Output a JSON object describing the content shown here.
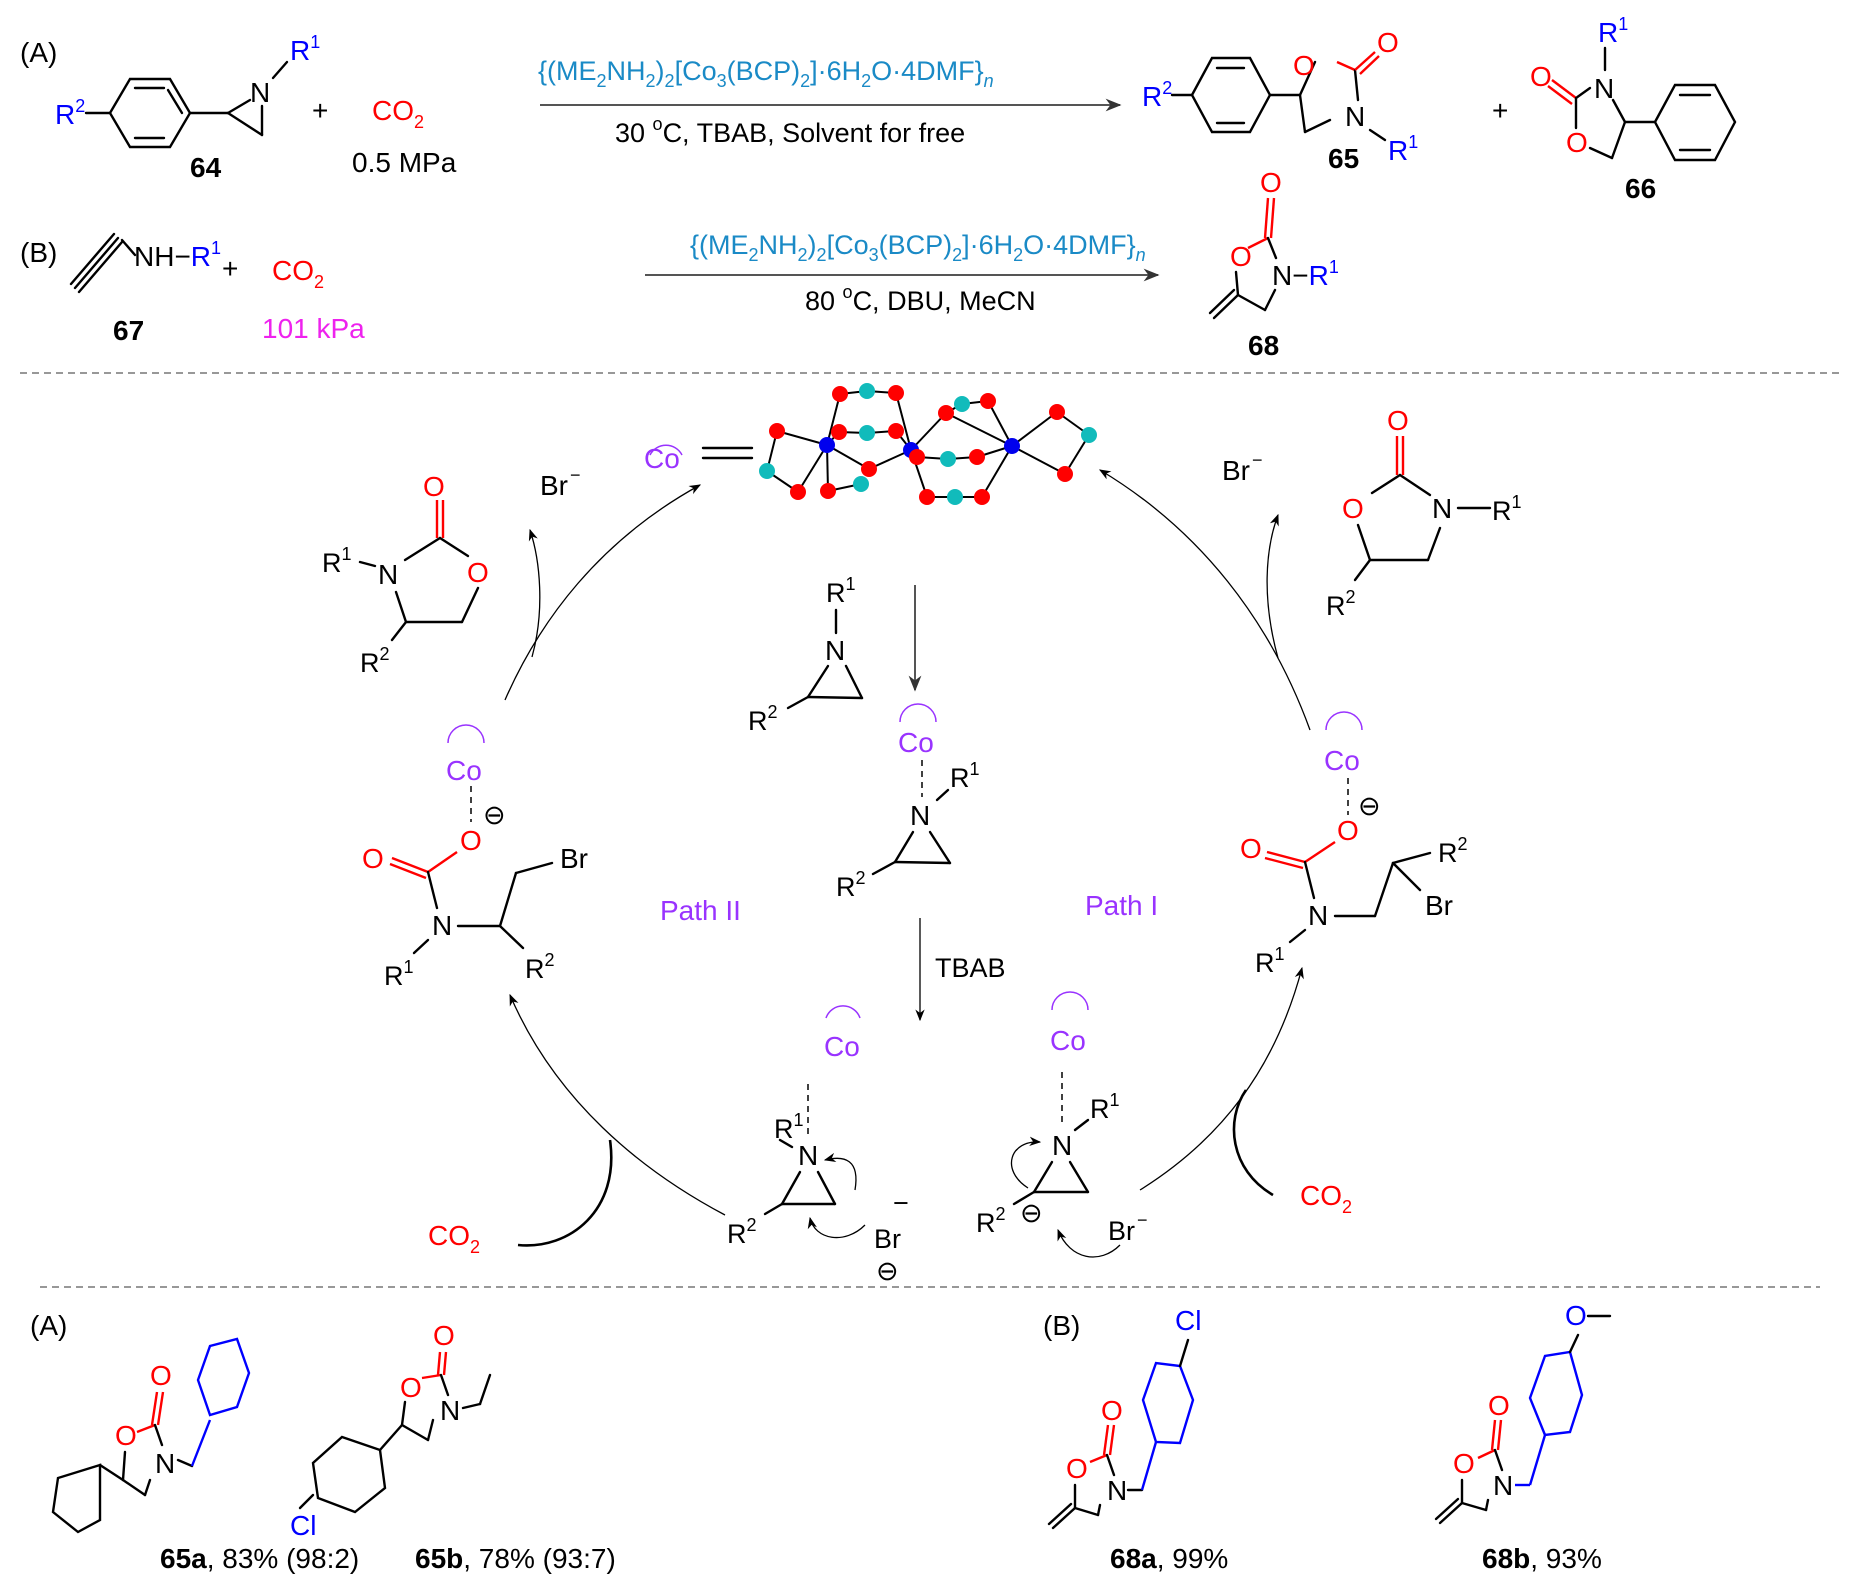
{
  "scheme_a": {
    "label": "(A)",
    "reactant": {
      "number": "64",
      "r1": "R",
      "r1_sup": "1",
      "r2": "R",
      "r2_sup": "2",
      "n": "N"
    },
    "plus1": "+",
    "co2": {
      "text": "CO",
      "sub": "2",
      "pressure": "0.5 MPa"
    },
    "catalyst": {
      "p1": "{(ME",
      "s1": "2",
      "p2": "NH",
      "s2": "2",
      "p3": ")",
      "s3": "2",
      "p4": "[Co",
      "s4": "3",
      "p5": "(BCP)",
      "s5": "2",
      "p6": "]·6H",
      "s6": "2",
      "p7": "O·4DMF}",
      "s7": "n"
    },
    "conditions": {
      "temp": "30 ",
      "deg": "o",
      "rest": "C, TBAB, Solvent for free"
    },
    "product1": {
      "number": "65",
      "o": "O",
      "n": "N",
      "r1": "R",
      "r1_sup": "1",
      "r2": "R",
      "r2_sup": "2"
    },
    "plus2": "+",
    "product2": {
      "number": "66",
      "o": "O",
      "n": "N",
      "r1": "R",
      "r1_sup": "1"
    }
  },
  "scheme_b": {
    "label": "(B)",
    "reactant": {
      "number": "67",
      "nh": "NH−",
      "r1": "R",
      "r1_sup": "1"
    },
    "plus": "+",
    "co2": {
      "text": "CO",
      "sub": "2",
      "pressure": "101 kPa"
    },
    "catalyst": {
      "p1": "{(ME",
      "s1": "2",
      "p2": "NH",
      "s2": "2",
      "p3": ")",
      "s3": "2",
      "p4": "[Co",
      "s4": "3",
      "p5": "(BCP)",
      "s5": "2",
      "p6": "]·6H",
      "s6": "2",
      "p7": "O·4DMF}",
      "s7": "n"
    },
    "conditions": {
      "temp": "80 ",
      "deg": "o",
      "rest": "C, DBU, MeCN"
    },
    "product": {
      "number": "68",
      "o": "O",
      "n": "N−",
      "r1": "R",
      "r1_sup": "1"
    }
  },
  "cycle": {
    "co": "Co",
    "br": "Br",
    "minus": "−",
    "o": "O",
    "n": "N",
    "r": "R",
    "sup1": "1",
    "sup2": "2",
    "co2_text": "CO",
    "co2_sub": "2",
    "tbab": "TBAB",
    "path1": "Path I",
    "path2": "Path II",
    "charge": "⊖"
  },
  "examples": {
    "a_label": "(A)",
    "b_label": "(B)",
    "items": [
      {
        "id": "65a",
        "yield": ", 83% (98:2)"
      },
      {
        "id": "65b",
        "yield": ", 78% (93:7)",
        "substituent": "Cl"
      },
      {
        "id": "68a",
        "yield": ", 99%",
        "substituent": "Cl"
      },
      {
        "id": "68b",
        "yield": ", 93%",
        "substituent": "O"
      }
    ],
    "o": "O",
    "n": "N"
  },
  "colors": {
    "oxygen": "#ff0000",
    "substituent": "#0000ff",
    "catalyst_text": "#1a8ac6",
    "cobalt": "#9933ff",
    "pressure_b": "#ee22ee",
    "mof_co": "#0000ee",
    "mof_o": "#ff0000",
    "mof_c": "#11bbbb"
  }
}
